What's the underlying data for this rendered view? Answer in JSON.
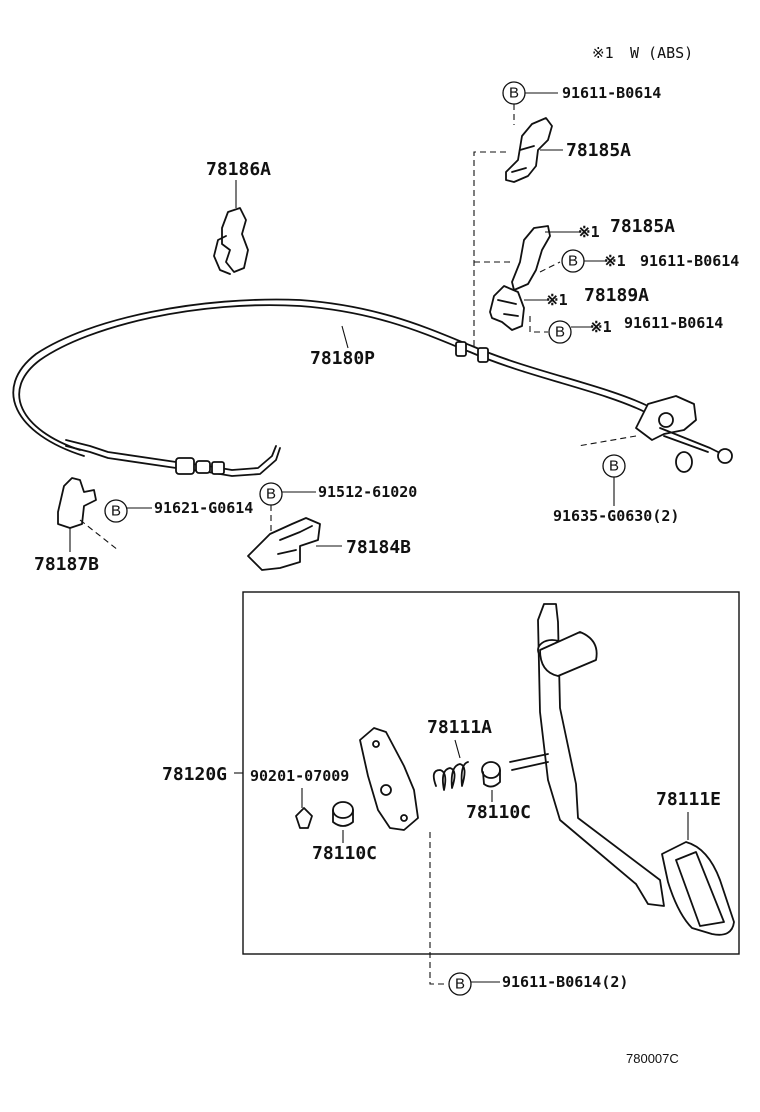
{
  "legend": {
    "mark": "※1",
    "text": "W  (ABS)"
  },
  "bolt_marker": "B",
  "drawing_code": "780007C",
  "labels": {
    "p78186A": "78186A",
    "p78185A_top": "78185A",
    "p91611_top": "91611-B0614",
    "p78185A_abs": "78185A",
    "p91611_abs1": "91611-B0614",
    "p78189A_abs": "78189A",
    "p91611_abs2": "91611-B0614",
    "p78180P": "78180P",
    "p91635": "91635-G0630(2)",
    "p91621": "91621-G0614",
    "p91512": "91512-61020",
    "p78187B": "78187B",
    "p78184B": "78184B",
    "p78120G": "78120G",
    "p90201": "90201-07009",
    "p78111A": "78111A",
    "p78110C_right": "78110C",
    "p78110C_left": "78110C",
    "p78111E": "78111E",
    "p91611_bottom": "91611-B0614(2)"
  }
}
